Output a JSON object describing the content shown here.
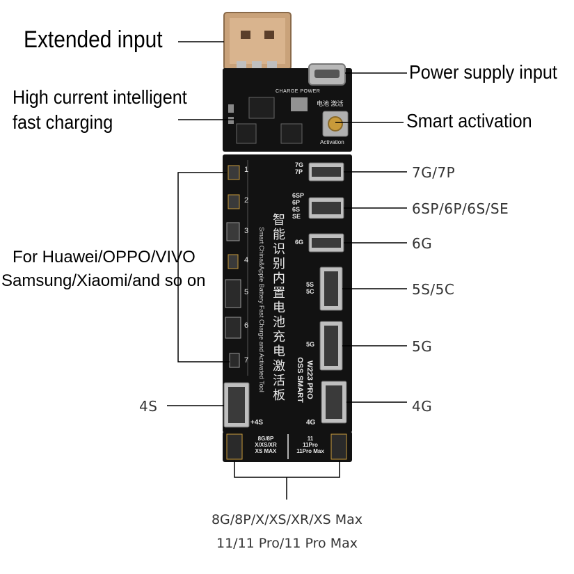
{
  "labels": {
    "extended_input": "Extended input",
    "power_supply_input": "Power supply input",
    "high_current_line1": "High current intelligent",
    "high_current_line2": "fast charging",
    "smart_activation": "Smart activation",
    "brands_line1": "For Huawei/OPPO/VIVO",
    "brands_line2": "Samsung/Xiaomi/and so on",
    "port_7g": "7G/7P",
    "port_6sp": "6SP/6P/6S/SE",
    "port_6g": "6G",
    "port_5s": "5S/5C",
    "port_5g": "5G",
    "port_4s": "4S",
    "port_4g": "4G",
    "bottom_line1": "8G/8P/X/XS/XR/XS Max",
    "bottom_line2": "11/11 Pro/11 Pro Max"
  },
  "board": {
    "top_silk": "电池 激活",
    "charge_power": "CHARGE POWER",
    "activation": "Activation",
    "chinese_title": "智能识别内置电池充电激活板",
    "english_title": "Smart China&Apple Battery Fast Charge and Activated Tool",
    "model_line1": "W223 PRO",
    "model_line2": "OSS SMART",
    "slot_numbers": [
      "1",
      "2",
      "3",
      "4",
      "5",
      "6",
      "7"
    ],
    "pcb_7g": [
      "7G",
      "7P"
    ],
    "pcb_6sp": [
      "6SP",
      "6P",
      "6S",
      "SE"
    ],
    "pcb_6g": "6G",
    "pcb_5s": [
      "5S",
      "5C"
    ],
    "pcb_5g": "5G",
    "pcb_4s": "+4S",
    "pcb_4g": "4G",
    "pcb_bottom_left": [
      "8G/8P",
      "X/XS/XR",
      "XS MAX"
    ],
    "pcb_bottom_right": [
      "11",
      "11Pro",
      "11Pro Max"
    ]
  },
  "colors": {
    "pcb": "#121212",
    "usb_metal": "#c9a27a",
    "connector_gold": "#c89a3a",
    "silk": "#e8e8e8"
  }
}
